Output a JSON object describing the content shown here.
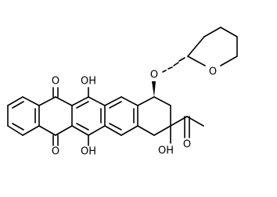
{
  "structure": {
    "atom_labels": {
      "quinone_oxygen_top": "O",
      "quinone_oxygen_bottom": "O",
      "hydroxyl_top": "OH",
      "hydroxyl_bottom": "OH",
      "ether_oxygen": "O",
      "ring_oxygen_thp": "O",
      "hydroxyl_tertiary": "OH",
      "ketone_oxygen": "O"
    }
  }
}
